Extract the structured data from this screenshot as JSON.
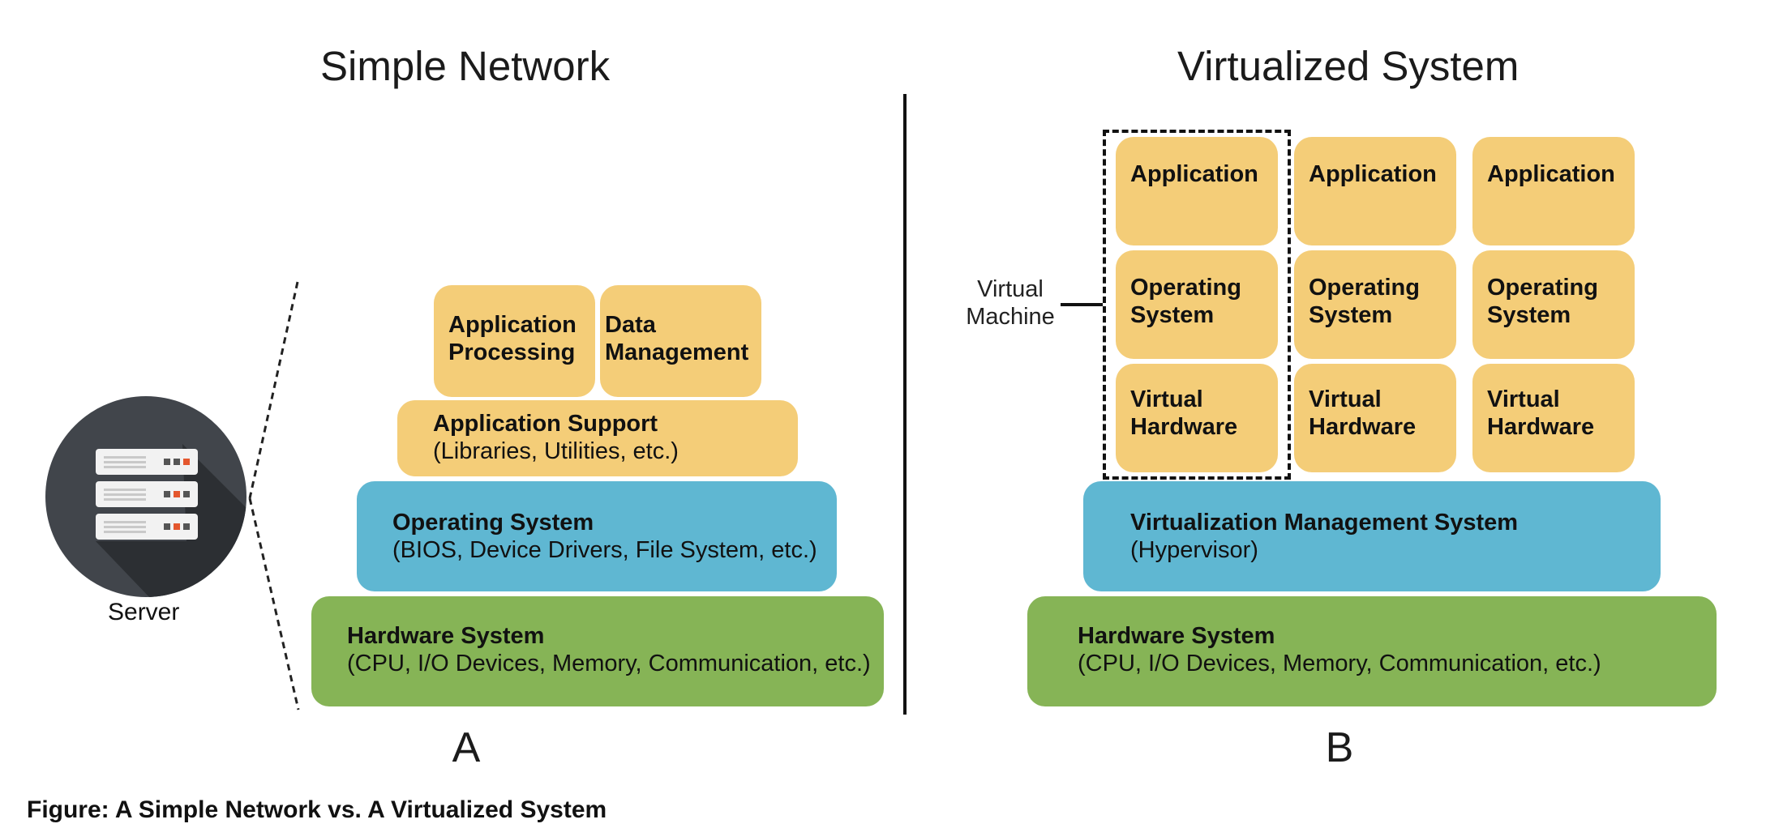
{
  "left": {
    "title": "Simple Network",
    "letter": "A",
    "server_label": "Server",
    "app_processing": "Application Processing",
    "app_processing_l1": "Application",
    "app_processing_l2": "Processing",
    "data_mgmt_l1": "Data",
    "data_mgmt_l2": "Management",
    "app_support_title": "Application Support",
    "app_support_sub": "(Libraries, Utilities, etc.)",
    "os_title": "Operating System",
    "os_sub": "(BIOS, Device Drivers, File System, etc.)",
    "hw_title": "Hardware System",
    "hw_sub": "(CPU, I/O Devices, Memory, Communication, etc.)"
  },
  "right": {
    "title": "Virtualized System",
    "letter": "B",
    "vm_label_l1": "Virtual",
    "vm_label_l2": "Machine",
    "columns": [
      {
        "app": "Application",
        "os_l1": "Operating",
        "os_l2": "System",
        "vh_l1": "Virtual",
        "vh_l2": "Hardware"
      },
      {
        "app": "Application",
        "os_l1": "Operating",
        "os_l2": "System",
        "vh_l1": "Virtual",
        "vh_l2": "Hardware"
      },
      {
        "app": "Application",
        "os_l1": "Operating",
        "os_l2": "System",
        "vh_l1": "Virtual",
        "vh_l2": "Hardware"
      }
    ],
    "vms_title": "Virtualization Management System",
    "vms_sub": "(Hypervisor)",
    "hw_title": "Hardware System",
    "hw_sub": "(CPU, I/O Devices, Memory, Communication, etc.)"
  },
  "caption": "Figure: A Simple Network vs. A Virtualized System",
  "colors": {
    "yellow": "#f4cd78",
    "blue": "#5fb7d2",
    "green": "#86b456",
    "server_circle": "#3b3f44"
  }
}
